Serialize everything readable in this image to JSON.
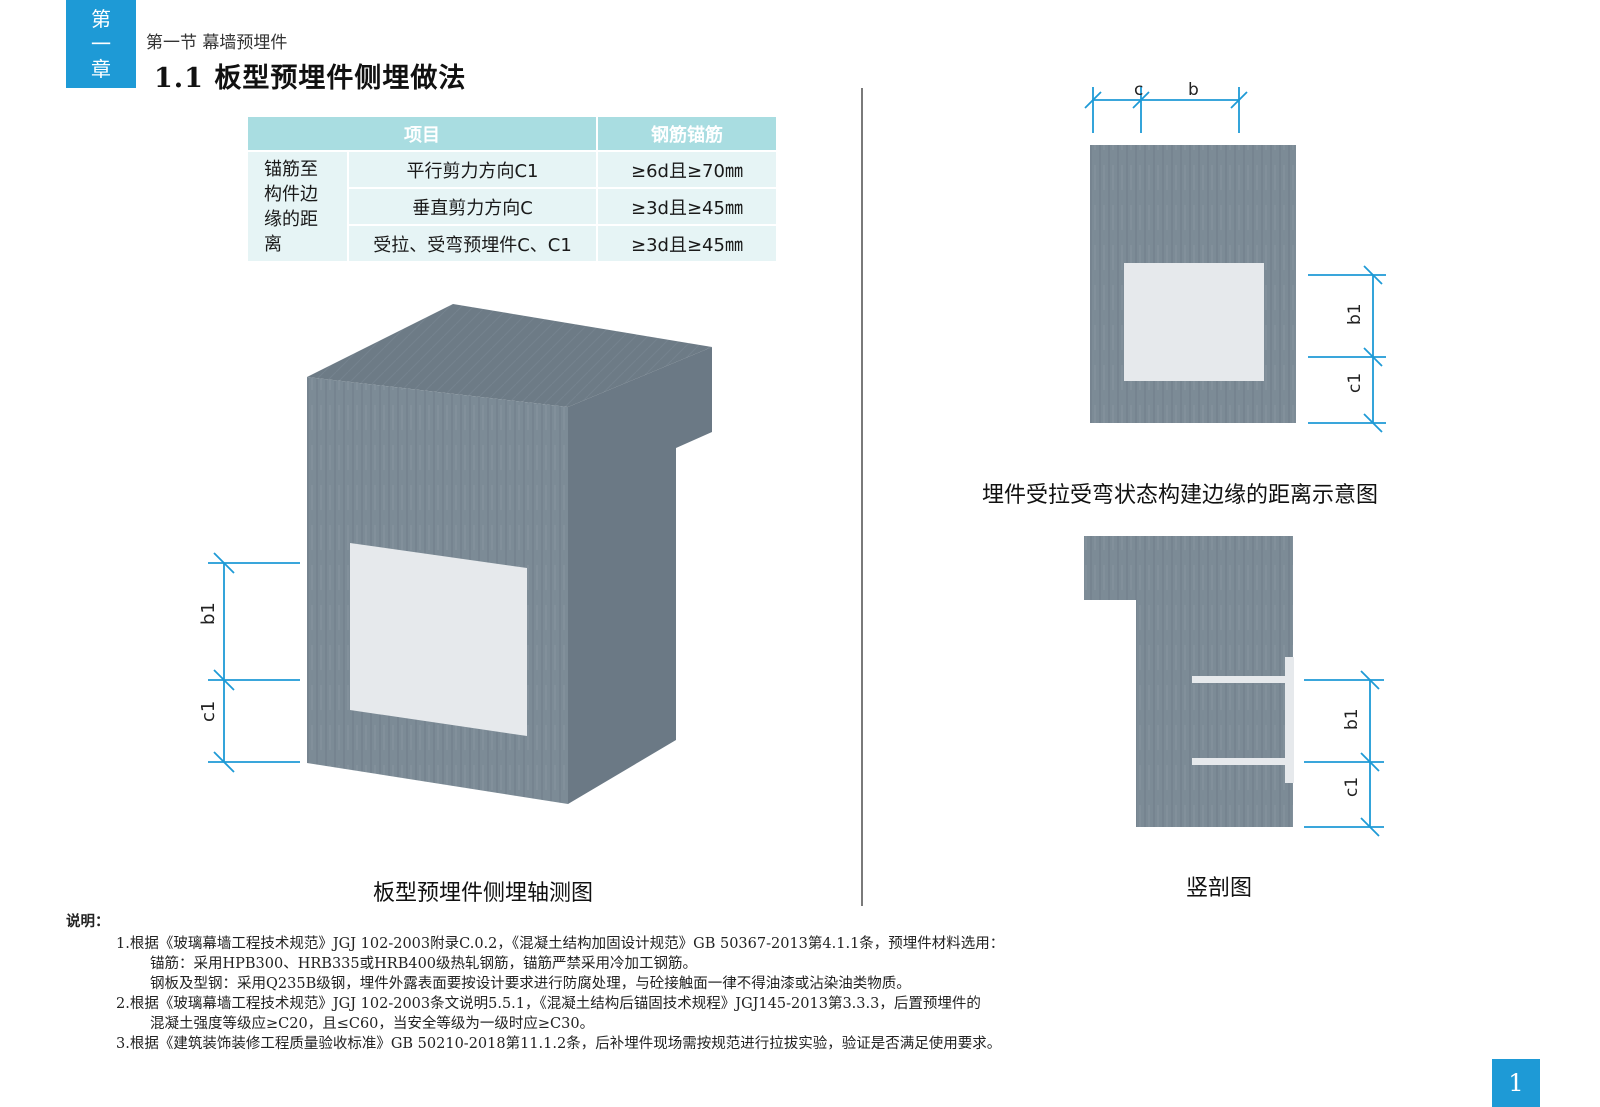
{
  "chapter_tab": [
    "第",
    "一",
    "章"
  ],
  "section_label": "第一节 幕墙预埋件",
  "page_title": "1.1 板型预埋件侧埋做法",
  "table": {
    "headers": [
      "项目",
      "钢筋锚筋"
    ],
    "row_header": [
      "锚筋至",
      "构件边",
      "缘的距",
      "离"
    ],
    "rows": [
      {
        "item": "平行剪力方向C1",
        "value": "≥6d且≥70㎜"
      },
      {
        "item": "垂直剪力方向C",
        "value": "≥3d且≥45㎜"
      },
      {
        "item": "受拉、受弯预埋件C、C1",
        "value": "≥3d且≥45㎜"
      }
    ]
  },
  "dimension_labels": {
    "b1": "b1",
    "c1": "c1",
    "c": "c",
    "b": "b"
  },
  "captions": {
    "isometric": "板型预埋件侧埋轴测图",
    "elevation": "埋件受拉受弯状态构建边缘的距离示意图",
    "section": "竖剖图"
  },
  "notes": {
    "title": "说明：",
    "lines": [
      {
        "level": 1,
        "text": "1.根据《玻璃幕墙工程技术规范》JGJ 102-2003附录C.0.2，《混凝土结构加固设计规范》GB 50367-2013第4.1.1条，预埋件材料选用："
      },
      {
        "level": 2,
        "text": "锚筋：采用HPB300、HRB335或HRB400级热轧钢筋，锚筋严禁采用冷加工钢筋。"
      },
      {
        "level": 2,
        "text": "钢板及型钢：采用Q235B级钢，埋件外露表面要按设计要求进行防腐处理，与砼接触面一律不得油漆或沾染油类物质。"
      },
      {
        "level": 1,
        "text": "2.根据《玻璃幕墙工程技术规范》JGJ 102-2003条文说明5.5.1，《混凝土结构后锚固技术规程》JGJ145-2013第3.3.3，后置预埋件的"
      },
      {
        "level": 2,
        "text": "混凝土强度等级应≥C20，且≤C60，当安全等级为一级时应≥C30。"
      },
      {
        "level": 1,
        "text": "3.根据《建筑装饰装修工程质量验收标准》GB 50210-2018第11.1.2条，后补埋件现场需按规范进行拉拔实验，验证是否满足使用要求。"
      }
    ]
  },
  "page_number": "1",
  "colors": {
    "accent": "#1e9ad6",
    "table_header": "#a9dde1",
    "table_cell": "#e6f4f5",
    "concrete": "#7b8a95",
    "plate": "#e9ecef",
    "dimension": "#1e9ad6"
  }
}
